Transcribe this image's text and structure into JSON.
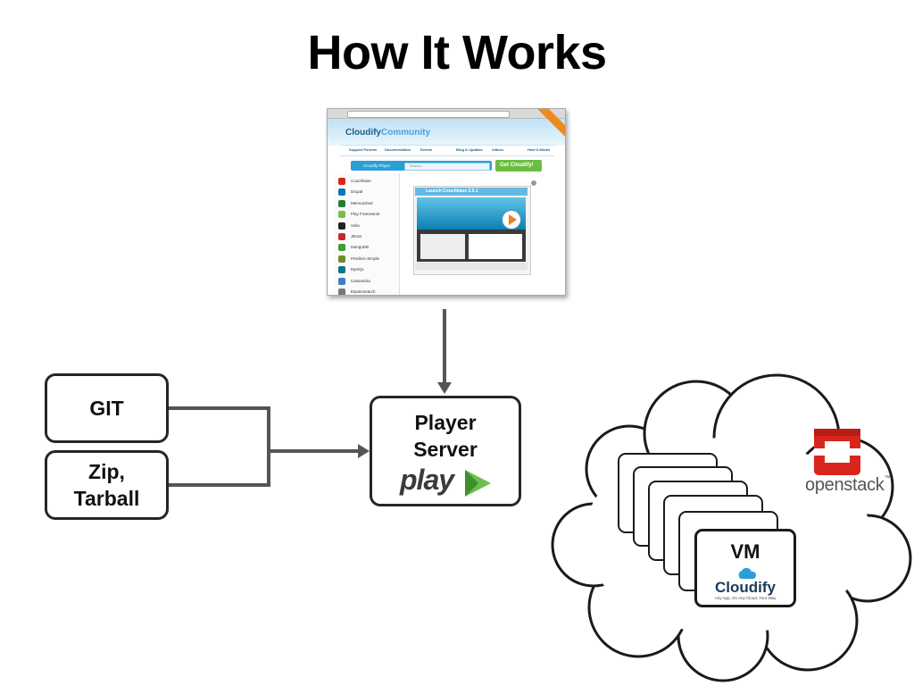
{
  "title": "How It Works",
  "sources": {
    "git_label": "GIT",
    "zip_label_line1": "Zip,",
    "zip_label_line2": "Tarball"
  },
  "player": {
    "line1": "Player",
    "line2": "Server",
    "logo_text": "play",
    "logo_color": "#4caf50"
  },
  "cloud": {
    "vm_label": "VM",
    "cloudify_logo_text": "Cloudify",
    "cloudify_tagline": "Any App, On Any Cloud, Your Way",
    "openstack_text": "openstack",
    "openstack_color": "#d9261c"
  },
  "screenshot": {
    "brand_part1": "Cloudify",
    "brand_part2": "Community",
    "nav_items": [
      "Support Forums",
      "Documentation",
      "Events",
      "Blog & Updates",
      "Videos",
      "How It Works"
    ],
    "player_label": "Cloudify Player",
    "search_placeholder": "Search",
    "cta_button": "Get Cloudify!",
    "launch_title": "Launch Couchbase 2.0.1",
    "apps": [
      "Couchbase",
      "Drupal",
      "Memcached",
      "Play Framework",
      "Voila",
      "JBoss",
      "MongoDB",
      "Petclinic-Simple",
      "MySQL",
      "Cassandra",
      "ElasticSearch"
    ],
    "accent_color": "#2a9fd6"
  }
}
